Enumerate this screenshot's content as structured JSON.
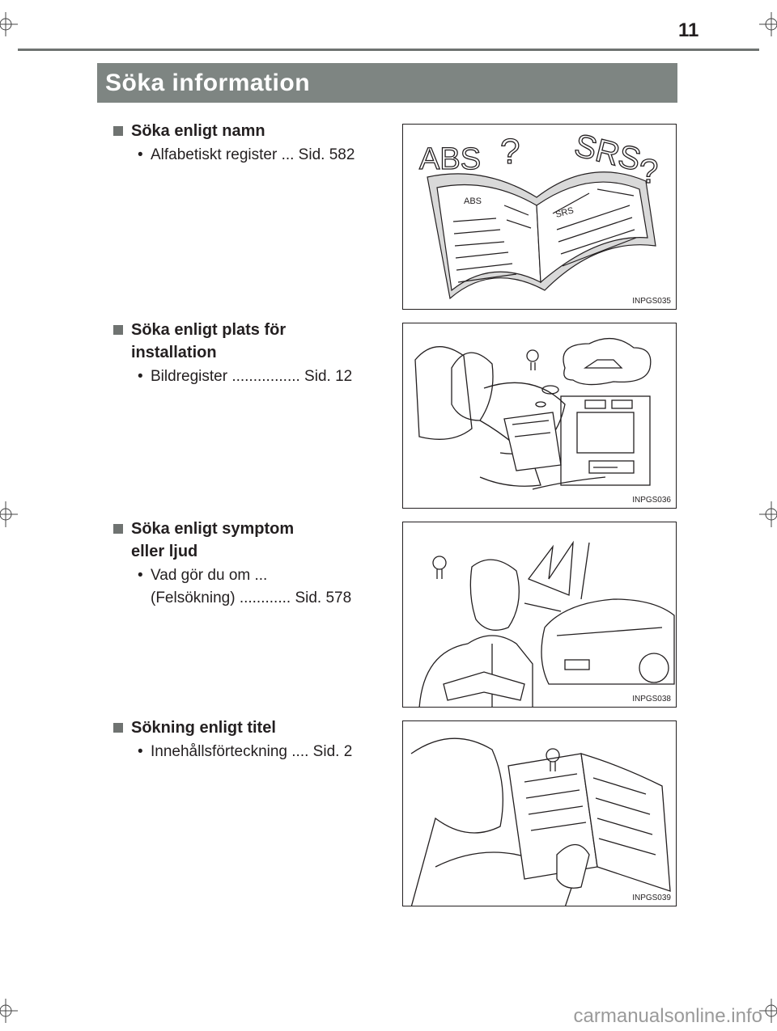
{
  "page_number": "11",
  "title": "Söka information",
  "sections": [
    {
      "heading_lines": [
        "Söka enligt namn"
      ],
      "entry": {
        "text": "Alfabetiskt register ... Sid. 582",
        "text2": ""
      },
      "figure_code": "INPGS035",
      "figure_text": {
        "abs": "ABS",
        "srs": "SRS",
        "q": "?"
      }
    },
    {
      "heading_lines": [
        "Söka enligt plats för",
        "installation"
      ],
      "entry": {
        "text": "Bildregister ................ Sid. 12",
        "text2": ""
      },
      "figure_code": "INPGS036"
    },
    {
      "heading_lines": [
        "Söka enligt symptom",
        "eller ljud"
      ],
      "entry": {
        "text": "Vad gör du om ...",
        "text2": "(Felsökning) ............ Sid. 578"
      },
      "figure_code": "INPGS038"
    },
    {
      "heading_lines": [
        "Sökning enligt titel"
      ],
      "entry": {
        "text": "Innehållsförteckning .... Sid. 2",
        "text2": ""
      },
      "figure_code": "INPGS039"
    }
  ],
  "bullet": "•",
  "watermark": "carmanualsonline.info"
}
